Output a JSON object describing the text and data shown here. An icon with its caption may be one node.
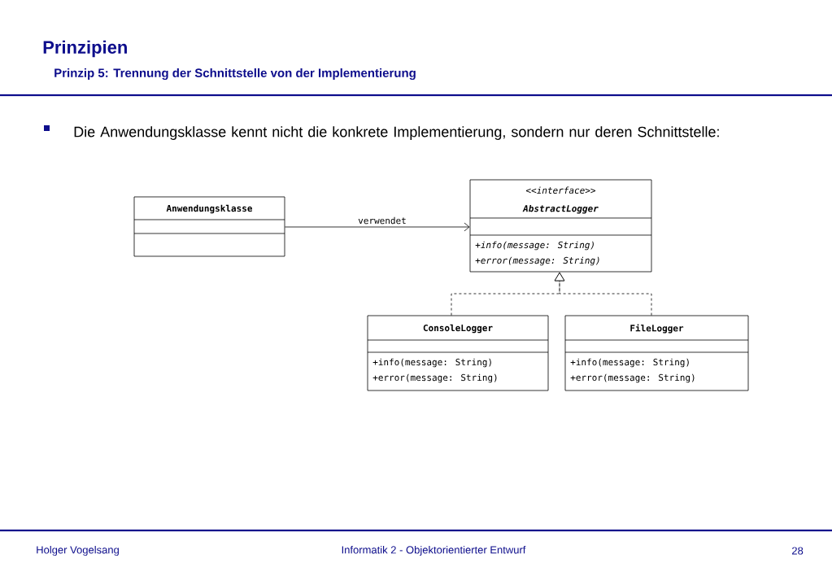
{
  "diagram": {
    "title": "Prinzipien",
    "nodes": [
      {
        "text": [
          "Anwendungsklasse"
        ]
      },
      {
        "text": [
          "<<interface>>",
          "AbstractLogger",
          "+info(message: String)",
          "+error(message: String)"
        ]
      },
      {
        "text": [
          "ConsoleLogger",
          "+info(message: String)",
          "+error(message: String)"
        ]
      },
      {
        "text": [
          "FileLogger",
          "+info(message: String)",
          "+error(message: String)"
        ]
      }
    ],
    "edges": [
      {
        "from": 0,
        "to": 1,
        "arrow": "to",
        "label": "verwendet"
      },
      {
        "from": 2,
        "to": 1,
        "arrow": "to",
        "style": "dashed"
      },
      {
        "from": 3,
        "to": 1,
        "arrow": "to",
        "style": "dashed"
      }
    ],
    "labels": [
      "Prinzip 5: Trennung der Schnittstelle von der Implementierung",
      "Die Anwendungsklasse kennt nicht die konkrete Implementierung, sondern nur deren Schnittstelle:",
      "Holger Vogelsang",
      "Informatik 2 - Objektorientierter Entwurf",
      "28"
    ]
  }
}
